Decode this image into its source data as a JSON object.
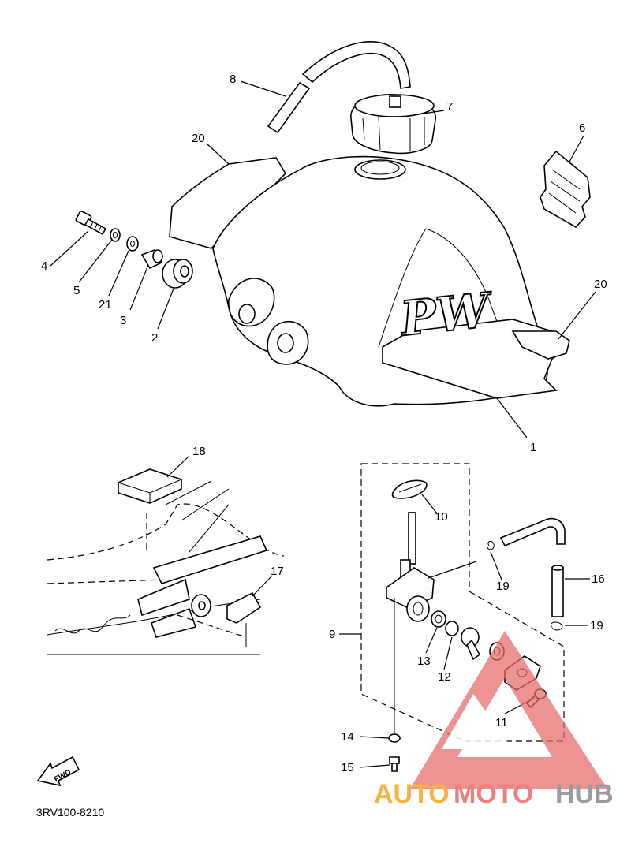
{
  "callouts": {
    "c1": "1",
    "c2": "2",
    "c3": "3",
    "c4": "4",
    "c5": "5",
    "c6": "6",
    "c7": "7",
    "c8": "8",
    "c9": "9",
    "c10": "10",
    "c11": "11",
    "c12": "12",
    "c13": "13",
    "c14": "14",
    "c15": "15",
    "c16": "16",
    "c17": "17",
    "c18": "18",
    "c19a": "19",
    "c19b": "19",
    "c20a": "20",
    "c20b": "20",
    "c21": "21"
  },
  "tank_emblem": "PW",
  "fwd_marker": "FWD",
  "diagram_code": "3RV100-8210",
  "watermark": {
    "part1": "AUTO",
    "part2": "MOTO",
    "part3": "HUB",
    "color_primary": "#f5a623",
    "color_secondary": "#e86a6a",
    "color_tertiary": "#9a9a9a"
  }
}
